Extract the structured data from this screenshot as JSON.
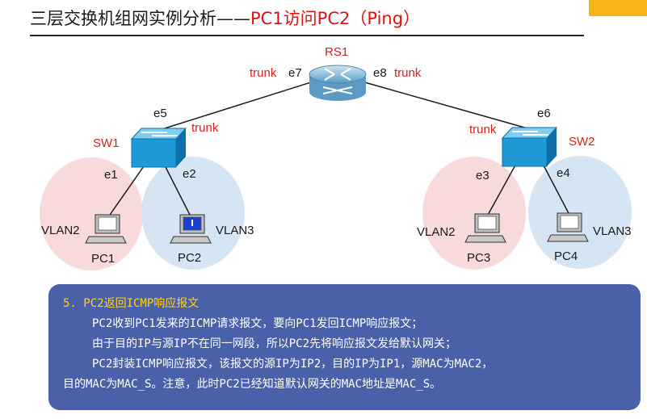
{
  "title": {
    "main": "三层交换机组网实例分析——",
    "sub": "PC1访问PC2（Ping）"
  },
  "topology": {
    "router": {
      "name": "RS1",
      "left_port": "e7",
      "right_port": "e8",
      "left_mode": "trunk",
      "right_mode": "trunk"
    },
    "switch_left": {
      "name": "SW1",
      "uplink_port": "e5",
      "uplink_mode": "trunk",
      "port_a": "e1",
      "port_b": "e2"
    },
    "switch_right": {
      "name": "SW2",
      "uplink_port": "e6",
      "uplink_mode": "trunk",
      "port_a": "e3",
      "port_b": "e4"
    },
    "hosts": [
      {
        "name": "PC1",
        "vlan": "VLAN2"
      },
      {
        "name": "PC2",
        "vlan": "VLAN3"
      },
      {
        "name": "PC3",
        "vlan": "VLAN2"
      },
      {
        "name": "PC4",
        "vlan": "VLAN3"
      }
    ],
    "colors": {
      "vlan2_zone": "#f9dada",
      "vlan3_zone": "#d6e5f4",
      "switch": "#1f9ad6",
      "router": "#7ab6d8",
      "active_screen": "#1a3fd0"
    }
  },
  "info": {
    "heading": "5.  PC2返回ICMP响应报文",
    "lines": [
      "PC2收到PC1发来的ICMP请求报文，要向PC1发回ICMP响应报文；",
      "由于目的IP与源IP不在同一网段，所以PC2先将响应报文发给默认网关；",
      "PC2封装ICMP响应报文，该报文的源IP为IP2，目的IP为IP1，源MAC为MAC2，",
      "目的MAC为MAC_S。注意，此时PC2已经知道默认网关的MAC地址是MAC_S。"
    ]
  }
}
